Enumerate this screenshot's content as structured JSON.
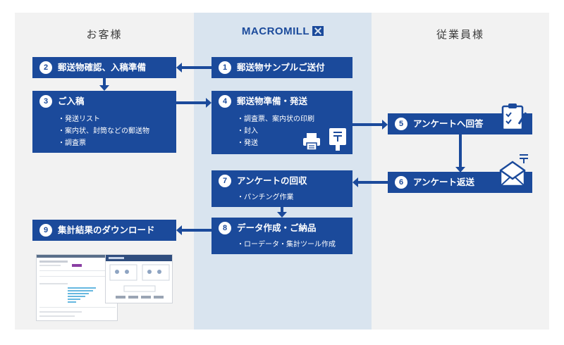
{
  "columns": {
    "customer": "お客様",
    "brand": "MACROMILL",
    "panel": "従業員様"
  },
  "steps": [
    {
      "num": "1",
      "title": "郵送物サンプルご送付"
    },
    {
      "num": "2",
      "title": "郵送物確認、入稿準備"
    },
    {
      "num": "3",
      "title": "ご入稿",
      "items": [
        "発送リスト",
        "案内状、封筒などの郵送物",
        "調査票"
      ]
    },
    {
      "num": "4",
      "title": "郵送物準備・発送",
      "items": [
        "調査票、案内状の印刷",
        "封入",
        "発送"
      ]
    },
    {
      "num": "5",
      "title": "アンケートへ回答"
    },
    {
      "num": "6",
      "title": "アンケート返送"
    },
    {
      "num": "7",
      "title": "アンケートの回収",
      "items": [
        "パンチング作業"
      ]
    },
    {
      "num": "8",
      "title": "データ作成・ご納品",
      "items": [
        "ローデータ・集計ツール作成"
      ]
    },
    {
      "num": "9",
      "title": "集計結果のダウンロード"
    }
  ],
  "icons": {
    "printer": "printer-icon",
    "mailbox": "postbox-icon",
    "clipboard": "clipboard-icon",
    "envelope": "envelope-icon"
  }
}
